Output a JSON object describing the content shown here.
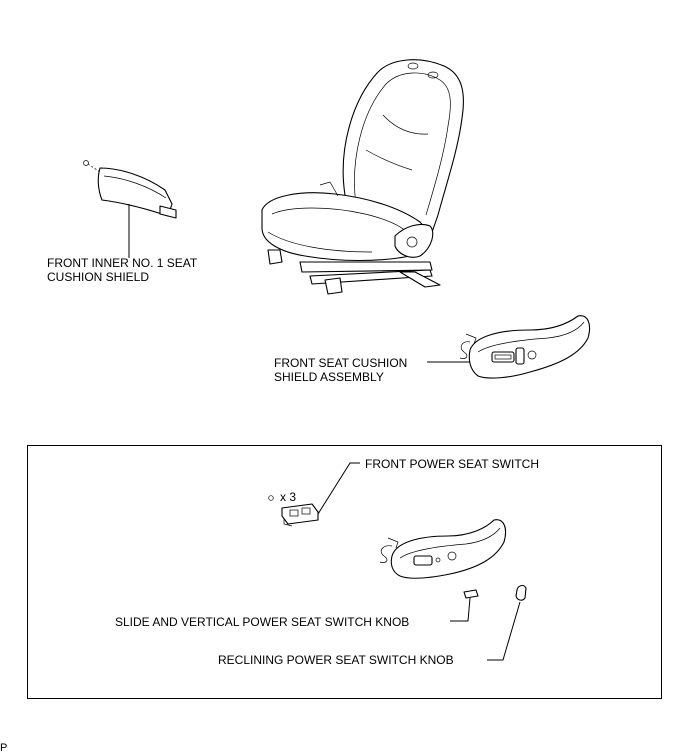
{
  "labels": {
    "inner_shield_line1": "FRONT INNER NO. 1 SEAT",
    "inner_shield_line2": "CUSHION SHIELD",
    "cushion_shield_line1": "FRONT SEAT CUSHION",
    "cushion_shield_line2": "SHIELD ASSEMBLY",
    "power_seat_switch": "FRONT POWER SEAT SWITCH",
    "screw_count": "x 3",
    "slide_vertical_knob": "SLIDE AND VERTICAL POWER SEAT SWITCH KNOB",
    "reclining_knob": "RECLINING POWER SEAT SWITCH KNOB",
    "corner_code": "P"
  }
}
